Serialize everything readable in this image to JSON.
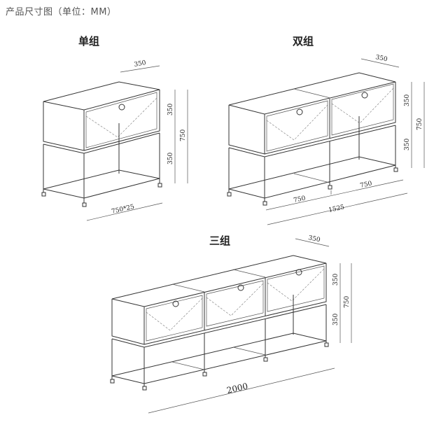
{
  "title": "产品尺寸图（单位：MM）",
  "groups": {
    "single": {
      "label": "单组",
      "depth": "350",
      "h_top": "350",
      "h_bottom": "350",
      "h_total": "750",
      "width": "750*25"
    },
    "double": {
      "label": "双组",
      "depth": "350",
      "h_top": "350",
      "h_bottom": "350",
      "h_total": "750",
      "w1": "750",
      "w2": "750",
      "width": "1525"
    },
    "triple": {
      "label": "三组",
      "depth": "350",
      "h_top": "350",
      "h_bottom": "350",
      "h_total": "750",
      "width": "2000"
    }
  }
}
